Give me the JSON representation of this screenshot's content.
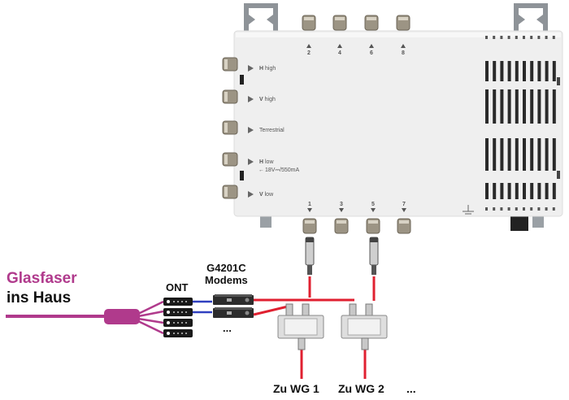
{
  "diagram": {
    "fiber_title_line1": "Glasfaser",
    "fiber_title_line2": "ins Haus",
    "ont_label": "ONT",
    "modem_label_line1": "G4201C",
    "modem_label_line2": "Modems",
    "more_modems": "...",
    "destinations": [
      "Zu WG 1",
      "Zu WG 2"
    ],
    "more_destinations": "...",
    "colors": {
      "fiber": "#b03a8c",
      "ethernet": "#3040c0",
      "coax": "#e02030",
      "device_body": "#eeeeee",
      "text": "#111111"
    }
  },
  "multiswitch": {
    "inputs": [
      {
        "polarity": "H",
        "band": "high"
      },
      {
        "polarity": "V",
        "band": "high"
      },
      {
        "polarity": "",
        "band": "Terrestrial"
      },
      {
        "polarity": "H",
        "band": "low"
      },
      {
        "polarity": "V",
        "band": "low"
      }
    ],
    "power_note": "18V⎓/550mA",
    "top_ports": [
      "2",
      "4",
      "6",
      "8"
    ],
    "bottom_ports": [
      "1",
      "3",
      "5",
      "7"
    ],
    "ground_symbol": "⏚"
  }
}
